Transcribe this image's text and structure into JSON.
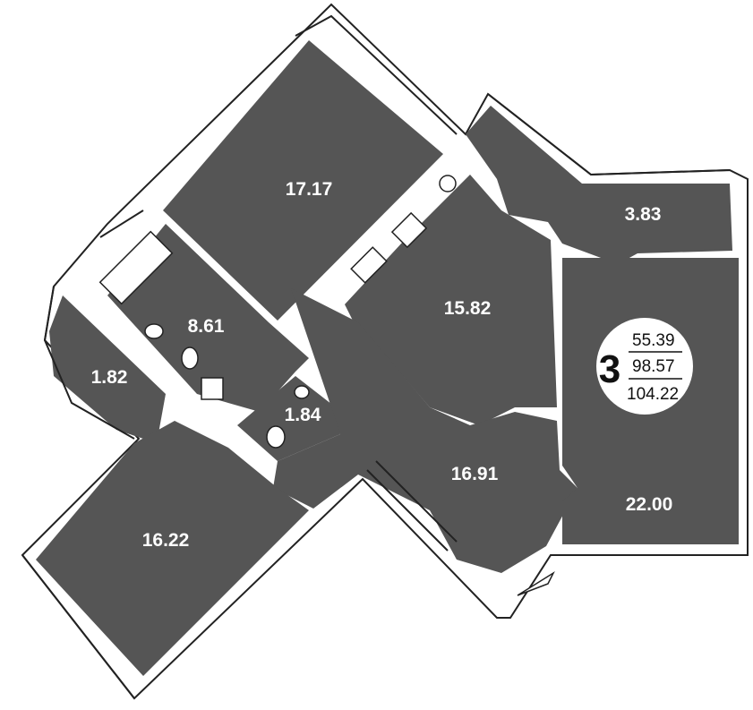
{
  "rooms": [
    {
      "id": "room-bedroom-top",
      "area": "17.17"
    },
    {
      "id": "room-balcony-right",
      "area": "3.83"
    },
    {
      "id": "room-kitchen",
      "area": "15.82"
    },
    {
      "id": "room-bathroom",
      "area": "8.61"
    },
    {
      "id": "room-balcony-left",
      "area": "1.82"
    },
    {
      "id": "room-toilet",
      "area": "1.84"
    },
    {
      "id": "room-hall",
      "area": "16.91"
    },
    {
      "id": "room-living",
      "area": "22.00"
    },
    {
      "id": "room-bedroom-bottom",
      "area": "16.22"
    }
  ],
  "badge": {
    "rooms_count": "3",
    "living_area": "55.39",
    "total_area": "98.57",
    "total_area_with_balconies": "104.22"
  }
}
